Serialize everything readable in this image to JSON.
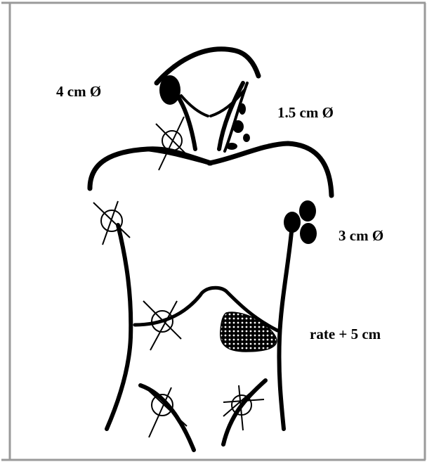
{
  "labels": {
    "lymph_node_left_neck": "4 cm Ø",
    "lymph_node_right_neck": "1.5 cm Ø",
    "lymph_node_axilla": "3 cm Ø",
    "liver": "rate + 5 cm"
  },
  "colors": {
    "ink": "#000000",
    "background": "#ffffff",
    "frame": "#9a9a9a"
  }
}
